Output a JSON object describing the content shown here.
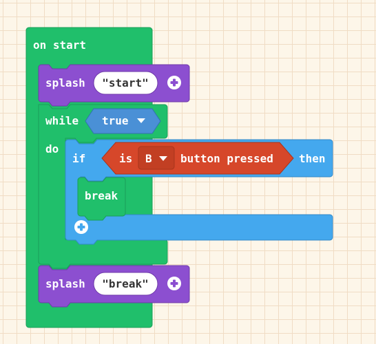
{
  "colors": {
    "loops": "#20bf6b",
    "loops_dark": "#1a9e58",
    "basic": "#8c4fd0",
    "basic_dark": "#6e3aa8",
    "logic": "#44a8ee",
    "logic_dark": "#3288c6",
    "boolean": "#4a90d6",
    "input": "#d6472a",
    "input_dark": "#a8341c",
    "grid": "#f0dcc4",
    "background": "#fdf6e9"
  },
  "on_start": {
    "label": "on start"
  },
  "splash_start": {
    "label": "splash",
    "value": "\"start\"",
    "add_icon": "plus-circle-icon"
  },
  "while_block": {
    "label": "while",
    "do_label": "do",
    "condition": "true",
    "dropdown_icon": "triangle-down-icon"
  },
  "if_block": {
    "label": "if",
    "then_label": "then",
    "condition": {
      "prefix": "is",
      "button": "B",
      "suffix": "button pressed"
    },
    "add_icon": "plus-circle-icon"
  },
  "break_block": {
    "label": "break"
  },
  "splash_break": {
    "label": "splash",
    "value": "\"break\"",
    "add_icon": "plus-circle-icon"
  }
}
